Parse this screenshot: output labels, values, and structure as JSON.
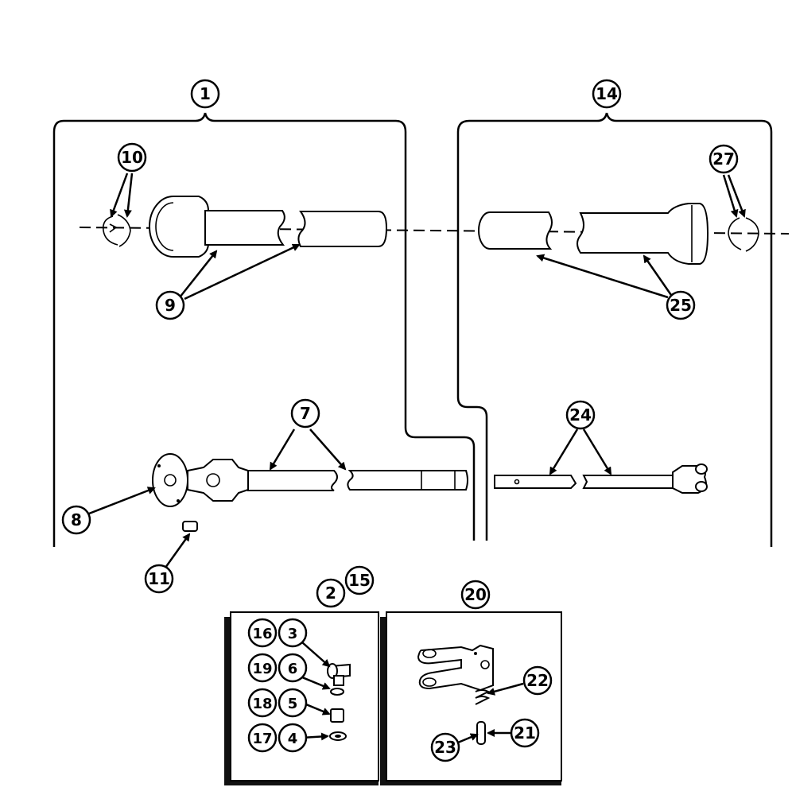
{
  "callouts": {
    "c1": "1",
    "c2": "2",
    "c3": "3",
    "c4": "4",
    "c5": "5",
    "c6": "6",
    "c7": "7",
    "c8": "8",
    "c9": "9",
    "c10": "10",
    "c11": "11",
    "c14": "14",
    "c15": "15",
    "c16": "16",
    "c17": "17",
    "c18": "18",
    "c19": "19",
    "c20": "20",
    "c21": "21",
    "c22": "22",
    "c23": "23",
    "c24": "24",
    "c25": "25",
    "c27": "27"
  }
}
